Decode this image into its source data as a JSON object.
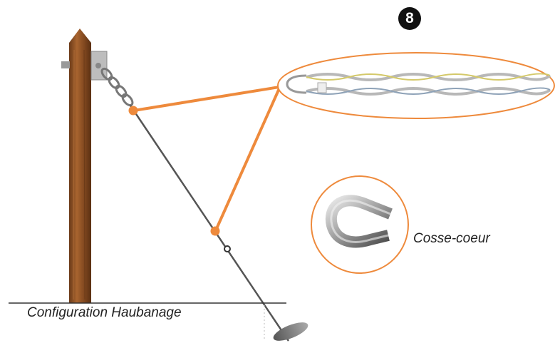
{
  "step_badge": "8",
  "thimble_label": "Cosse-coeur",
  "caption": "Configuration Haubanage",
  "colors": {
    "accent": "#ee8a3c",
    "pole": "#8a4e24",
    "cable": "#555555"
  }
}
